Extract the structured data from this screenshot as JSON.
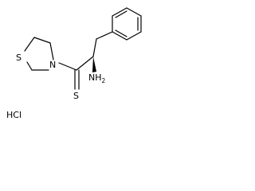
{
  "molecule": {
    "atoms": {
      "sulfur_ring": "S",
      "nitrogen_ring": "N",
      "sulfur_thione": "S",
      "amine_n": "NH",
      "amine_subscript": "2"
    },
    "salt": "HCl"
  }
}
